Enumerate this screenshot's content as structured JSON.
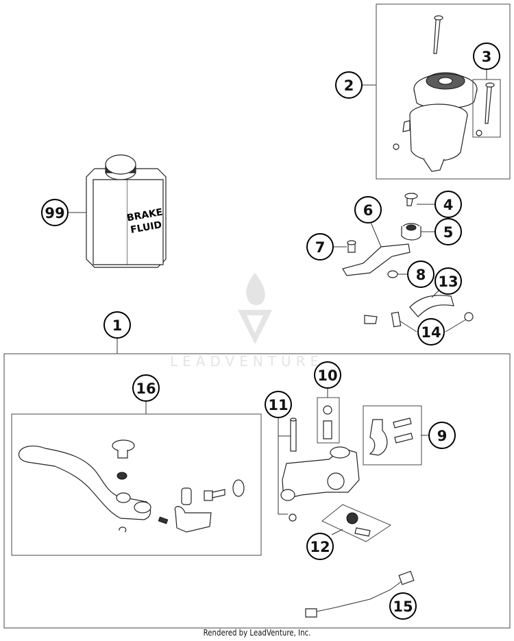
{
  "diagram": {
    "title": "Brake master cylinder assembly – exploded parts view",
    "callouts": [
      {
        "id": "1",
        "label": "1"
      },
      {
        "id": "2",
        "label": "2"
      },
      {
        "id": "3",
        "label": "3"
      },
      {
        "id": "4",
        "label": "4"
      },
      {
        "id": "5",
        "label": "5"
      },
      {
        "id": "6",
        "label": "6"
      },
      {
        "id": "7",
        "label": "7"
      },
      {
        "id": "8",
        "label": "8"
      },
      {
        "id": "9",
        "label": "9"
      },
      {
        "id": "10",
        "label": "10"
      },
      {
        "id": "11",
        "label": "11"
      },
      {
        "id": "12",
        "label": "12"
      },
      {
        "id": "13",
        "label": "13"
      },
      {
        "id": "14",
        "label": "14"
      },
      {
        "id": "15",
        "label": "15"
      },
      {
        "id": "16",
        "label": "16"
      },
      {
        "id": "99",
        "label": "99"
      }
    ],
    "brake_fluid_label_line1": "BRAKE",
    "brake_fluid_label_line2": "FLUID",
    "watermark": "LEADVENTURE"
  },
  "footer": {
    "text": "Rendered by LeadVenture, Inc."
  }
}
